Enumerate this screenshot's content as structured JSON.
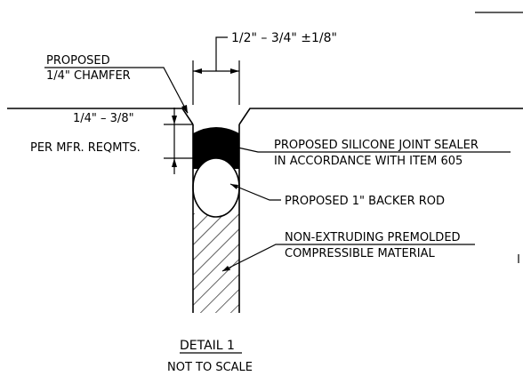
{
  "detail": {
    "title": "DETAIL 1",
    "subtitle": "NOT TO SCALE"
  },
  "dimensions": {
    "joint_width": "1/2\" – 3/4\" ±1/8\"",
    "sealer_depth": "1/4\" – 3/8\"",
    "depth_note": "PER MFR. REQMTS."
  },
  "callouts": {
    "chamfer_line1": "PROPOSED",
    "chamfer_line2": "1/4\" CHAMFER",
    "sealer_line1": "PROPOSED SILICONE JOINT SEALER",
    "sealer_line2": "IN ACCORDANCE WITH ITEM 605",
    "backer_rod": "PROPOSED 1\" BACKER ROD",
    "filler_line1": "NON-EXTRUDING PREMOLDED",
    "filler_line2": "COMPRESSIBLE MATERIAL"
  }
}
